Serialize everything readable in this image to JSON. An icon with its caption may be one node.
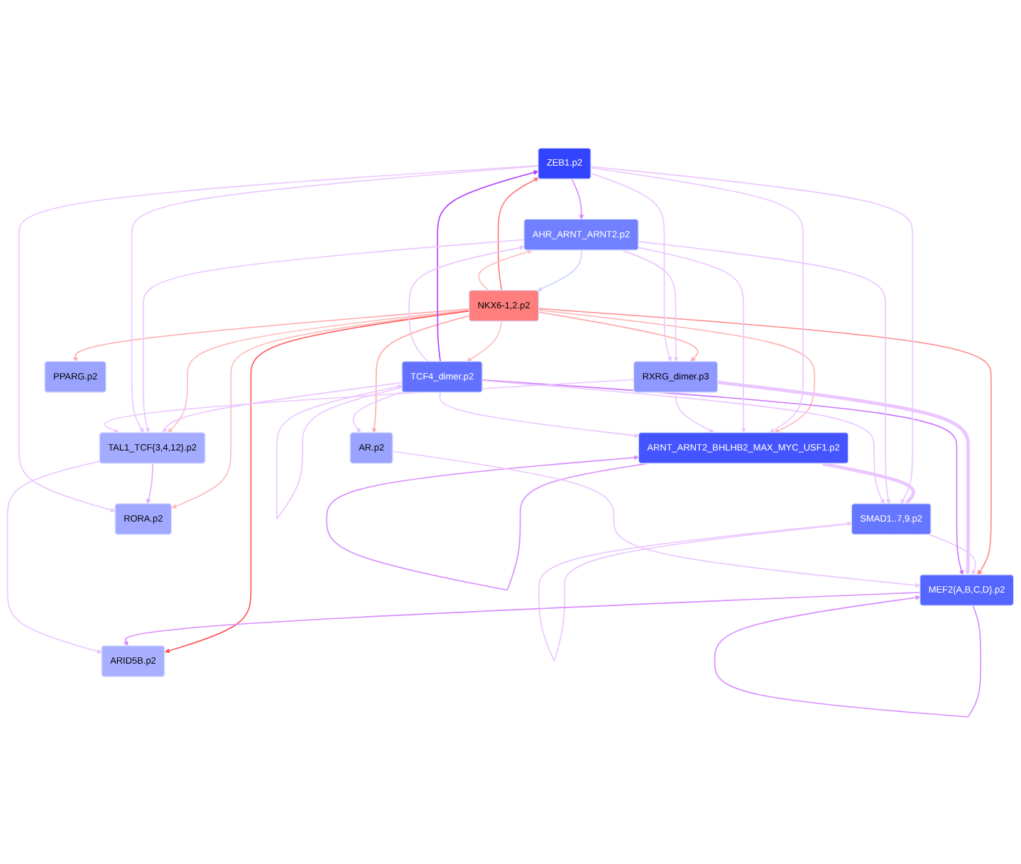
{
  "diagram": {
    "nodes": [
      {
        "text": [
          "SMAD1..7,9.p2"
        ]
      },
      {
        "text": [
          "MEF2{A,B,C,D}.p2"
        ]
      },
      {
        "text": [
          "ARNT_ARNT2_BHLHB2_MAX_MYC_USF1.p2"
        ]
      },
      {
        "text": [
          "RXRG_dimer.p3"
        ]
      },
      {
        "text": [
          "RORA.p2"
        ]
      },
      {
        "text": [
          "ZEB1.p2"
        ]
      },
      {
        "text": [
          "NKX6-1,2.p2"
        ]
      },
      {
        "text": [
          "TAL1_TCF{3,4,12}.p2"
        ]
      },
      {
        "text": [
          "AHR_ARNT_ARNT2.p2"
        ]
      },
      {
        "text": [
          "ARID5B.p2"
        ]
      },
      {
        "text": [
          "PPARG.p2"
        ]
      },
      {
        "text": [
          "TCF4_dimer.p2"
        ]
      },
      {
        "text": [
          "AR.p2"
        ]
      }
    ],
    "edges": [
      {
        "from": 6,
        "to": 2,
        "arrow": "to",
        "color": "#ffb3b3"
      },
      {
        "from": 6,
        "to": 1,
        "arrow": "to",
        "color": "#ff8a8a"
      },
      {
        "from": 6,
        "to": 3,
        "arrow": "to",
        "color": "#ffaaaa"
      },
      {
        "from": 6,
        "to": 4,
        "arrow": "to",
        "color": "#ffbbbb"
      },
      {
        "from": 6,
        "to": 5,
        "arrow": "to",
        "color": "#ff7777"
      },
      {
        "from": 6,
        "to": 7,
        "arrow": "to",
        "color": "#ffbbbb"
      },
      {
        "from": 6,
        "to": 8,
        "arrow": "to",
        "color": "#ffbbbb"
      },
      {
        "from": 6,
        "to": 9,
        "arrow": "to",
        "color": "#ff5555"
      },
      {
        "from": 6,
        "to": 10,
        "arrow": "to",
        "color": "#ffaaaa"
      },
      {
        "from": 6,
        "to": 12,
        "arrow": "to",
        "color": "#ffaaaa"
      },
      {
        "from": 6,
        "to": 11,
        "arrow": "to",
        "color": "#ffbbbb"
      },
      {
        "from": 8,
        "to": 6,
        "arrow": "to",
        "color": "#ccd4ff"
      },
      {
        "from": 0,
        "to": 0,
        "arrow": "to"
      },
      {
        "from": 1,
        "to": 1,
        "arrow": "to",
        "color": "#d88cff"
      },
      {
        "from": 2,
        "to": 2,
        "arrow": "to",
        "color": "#d88cff"
      },
      {
        "from": 11,
        "to": 11,
        "arrow": "to"
      },
      {
        "from": 2,
        "to": 0,
        "arrow": "to",
        "style": "thick"
      },
      {
        "from": 0,
        "to": 1,
        "arrow": "to"
      },
      {
        "from": 3,
        "to": 1,
        "arrow": "to",
        "style": "thick"
      },
      {
        "from": 11,
        "to": 1,
        "arrow": "to",
        "color": "#cc77ff"
      },
      {
        "from": 1,
        "to": 9,
        "arrow": "to",
        "color": "#d88cff"
      },
      {
        "from": 11,
        "to": 5,
        "arrow": "to",
        "color": "#b03cff"
      },
      {
        "from": 5,
        "to": 8,
        "arrow": "to",
        "color": "#d88cff"
      },
      {
        "from": 7,
        "to": 4,
        "arrow": "to",
        "color": "#dfaaff"
      },
      {
        "from": 7,
        "to": 9,
        "arrow": "to"
      },
      {
        "from": 11,
        "to": 7,
        "arrow": "to"
      },
      {
        "from": 11,
        "to": 12,
        "arrow": "to"
      },
      {
        "from": 12,
        "to": 1,
        "arrow": "to"
      },
      {
        "from": 11,
        "to": 8,
        "arrow": "to"
      },
      {
        "from": 5,
        "to": 4,
        "arrow": "to"
      },
      {
        "from": 8,
        "to": 7,
        "arrow": "to"
      },
      {
        "from": 5,
        "to": 2,
        "arrow": "to"
      },
      {
        "from": 8,
        "to": 2,
        "arrow": "to"
      },
      {
        "from": 5,
        "to": 0,
        "arrow": "to"
      },
      {
        "from": 8,
        "to": 0,
        "arrow": "to"
      },
      {
        "from": 8,
        "to": 3,
        "arrow": "to"
      },
      {
        "from": 5,
        "to": 3,
        "arrow": "to"
      },
      {
        "from": 3,
        "to": 2,
        "arrow": "to"
      },
      {
        "from": 5,
        "to": 7,
        "arrow": "to"
      },
      {
        "from": 3,
        "to": 7,
        "arrow": "to"
      },
      {
        "from": 11,
        "to": 2,
        "arrow": "to"
      },
      {
        "from": 11,
        "to": 0,
        "arrow": "to"
      }
    ]
  }
}
